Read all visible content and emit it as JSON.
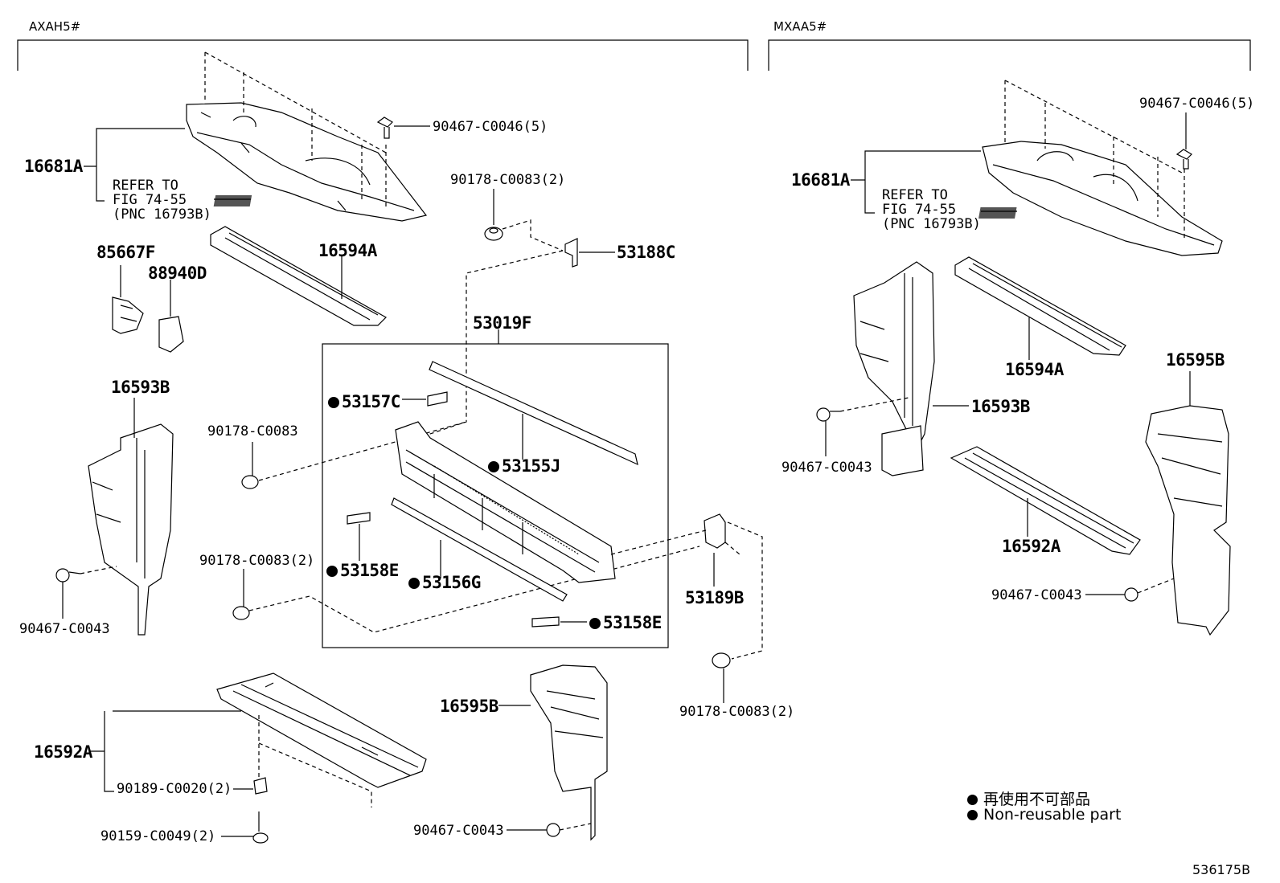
{
  "headers": {
    "left": "AXAH5#",
    "right": "MXAA5#"
  },
  "figure_id": "536175B",
  "legend": {
    "jp": "再使用不可部品",
    "en": "Non-reusable part"
  },
  "left": {
    "p16681A": "16681A",
    "refer": "REFER TO\nFIG 74-55\n(PNC 16793B)",
    "p90467_C0046_5": "90467-C0046(5)",
    "p90178_C0083_2_top": "90178-C0083(2)",
    "p53188C": "53188C",
    "p85667F": "85667F",
    "p88940D": "88940D",
    "p16594A": "16594A",
    "p53019F": "53019F",
    "p53157C": "53157C",
    "p53155J": "53155J",
    "p16593B": "16593B",
    "p90178_C0083": "90178-C0083",
    "p90467_C0043_a": "90467-C0043",
    "p90178_C0083_2_mid": "90178-C0083(2)",
    "p53158E_a": "53158E",
    "p53156G": "53156G",
    "p53158E_b": "53158E",
    "p53189B": "53189B",
    "p90178_C0083_2_bot": "90178-C0083(2)",
    "p16595B": "16595B",
    "p16592A": "16592A",
    "p90189_C0020_2": "90189-C0020(2)",
    "p90159_C0049_2": "90159-C0049(2)",
    "p90467_C0043_b": "90467-C0043"
  },
  "right": {
    "p90467_C0046_5": "90467-C0046(5)",
    "p16681A": "16681A",
    "refer": "REFER TO\nFIG 74-55\n(PNC 16793B)",
    "p16594A": "16594A",
    "p16595B": "16595B",
    "p16593B": "16593B",
    "p90467_C0043_a": "90467-C0043",
    "p16592A": "16592A",
    "p90467_C0043_b": "90467-C0043"
  }
}
